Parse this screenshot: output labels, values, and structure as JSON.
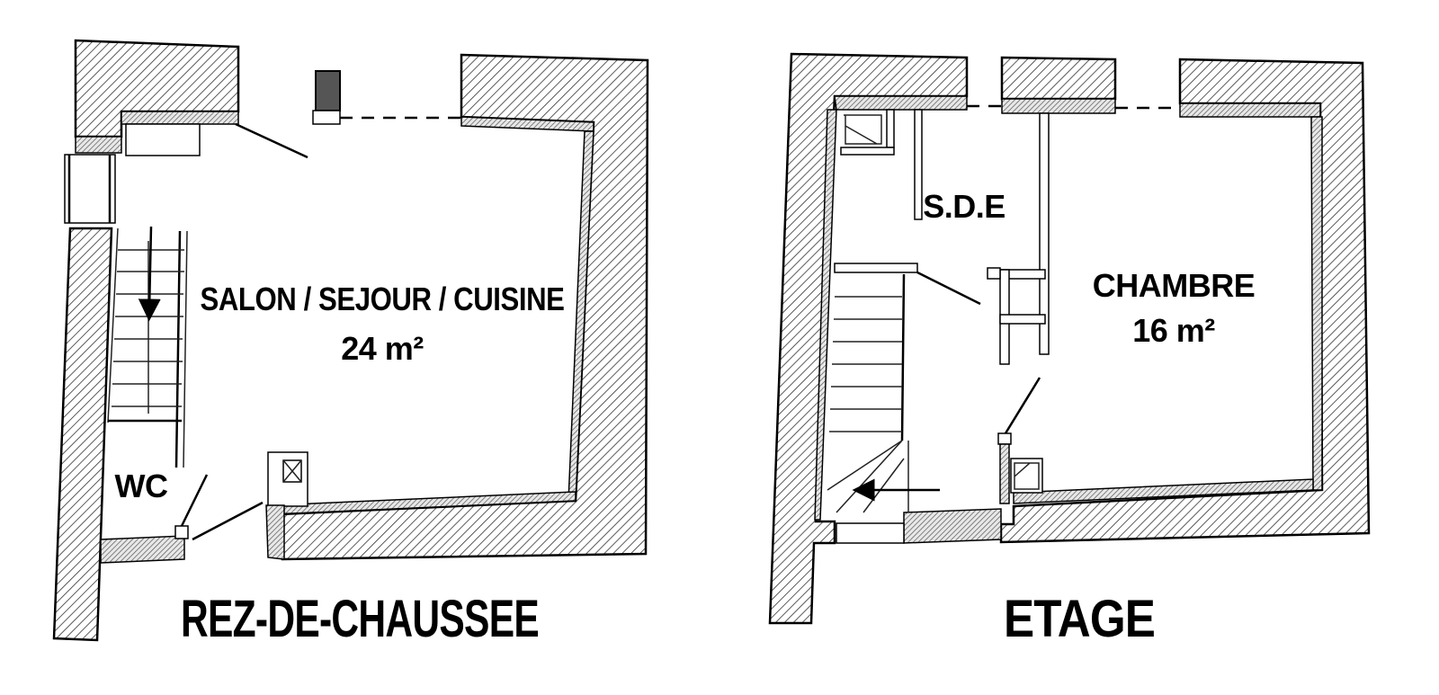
{
  "ground_floor": {
    "title": "REZ-DE-CHAUSSEE",
    "living_room": {
      "name": "SALON / SEJOUR / CUISINE",
      "area": "24 m²"
    },
    "wc": {
      "name": "WC"
    }
  },
  "upper_floor": {
    "title": "ETAGE",
    "bathroom": {
      "name": "S.D.E"
    },
    "bedroom": {
      "name": "CHAMBRE",
      "area": "16 m²"
    }
  }
}
